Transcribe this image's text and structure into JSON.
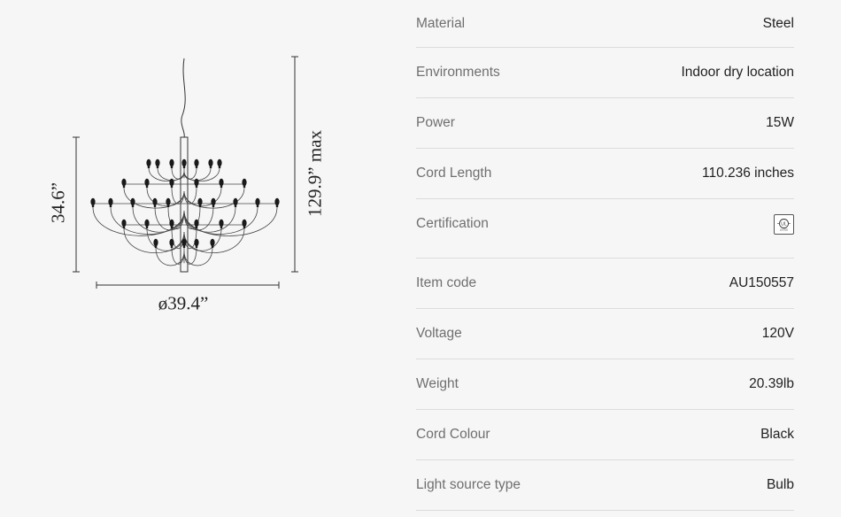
{
  "drawing": {
    "height_label": "34.6”",
    "max_height_label": "129.9” max",
    "diameter_label": "ø39.4”"
  },
  "specs": [
    {
      "label": "Material",
      "value": "Steel"
    },
    {
      "label": "Environments",
      "value": "Indoor dry location"
    },
    {
      "label": "Power",
      "value": "15W"
    },
    {
      "label": "Cord Length",
      "value": "110.236 inches"
    },
    {
      "label": "Certification",
      "value": "",
      "icon": "ul-listed-icon"
    },
    {
      "label": "Item code",
      "value": "AU150557"
    },
    {
      "label": "Voltage",
      "value": "120V"
    },
    {
      "label": "Weight",
      "value": "20.39lb"
    },
    {
      "label": "Cord Colour",
      "value": "Black"
    },
    {
      "label": "Light source type",
      "value": "Bulb"
    }
  ]
}
